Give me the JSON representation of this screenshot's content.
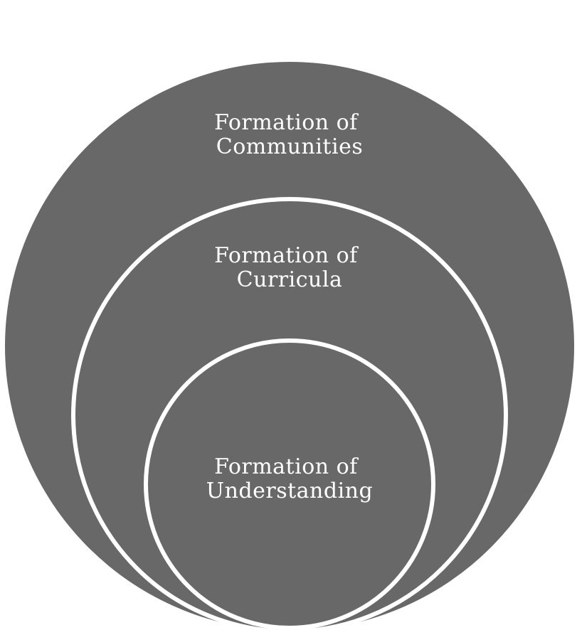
{
  "diagram": {
    "type": "nested-circles",
    "colors": {
      "fill": "#686868",
      "outline": "#ffffff",
      "text": "#ffffff",
      "background": "#ffffff"
    },
    "circles": [
      {
        "level": "outer",
        "line1": "Formation of",
        "line2": "Communities"
      },
      {
        "level": "middle",
        "line1": "Formation of",
        "line2": "Curricula"
      },
      {
        "level": "inner",
        "line1": "Formation of",
        "line2": "Understanding"
      }
    ]
  }
}
